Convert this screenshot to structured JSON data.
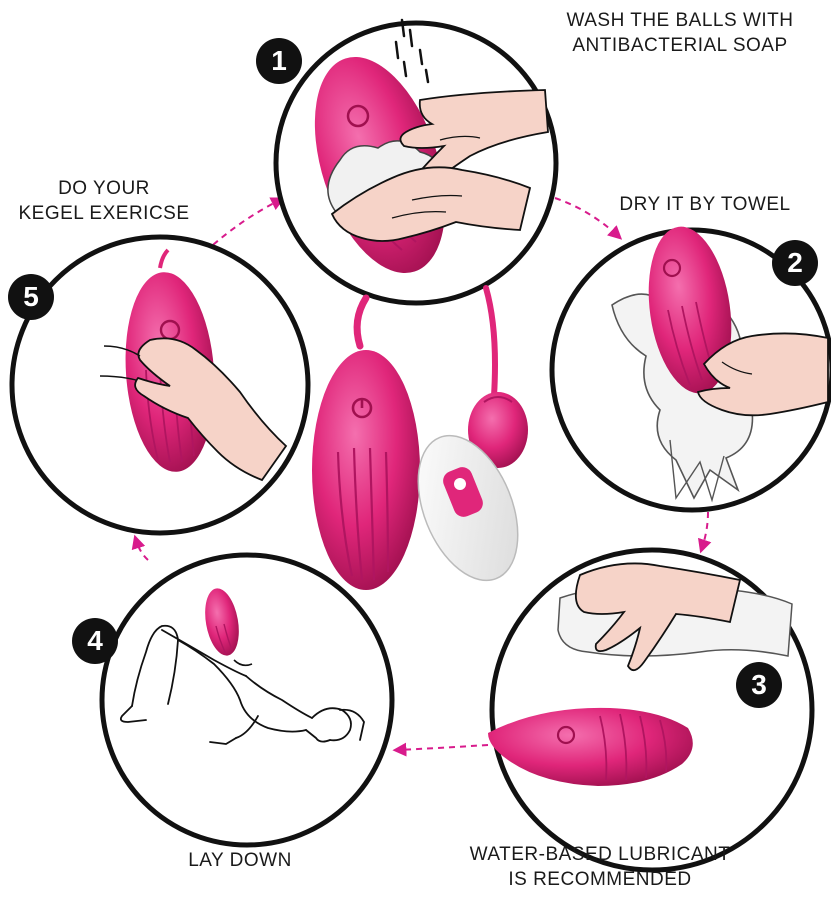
{
  "steps": [
    {
      "number": "1",
      "caption": [
        "WASH THE BALLS WITH",
        "ANTIBACTERIAL SOAP"
      ]
    },
    {
      "number": "2",
      "caption": [
        "DRY IT BY TOWEL"
      ]
    },
    {
      "number": "3",
      "caption": [
        "WATER-BASED LUBRICANT",
        "IS RECOMMENDED"
      ]
    },
    {
      "number": "4",
      "caption": [
        "LAY DOWN"
      ]
    },
    {
      "number": "5",
      "caption": [
        "DO YOUR",
        "KEGEL EXERICSE"
      ]
    }
  ],
  "colors": {
    "product": "#e0267a",
    "product_dark": "#b01560",
    "product_light": "#f46fae",
    "arrow": "#d81b8c",
    "skin": "#f6d3c8",
    "outline": "#111111",
    "towel": "#f1f1f1"
  }
}
